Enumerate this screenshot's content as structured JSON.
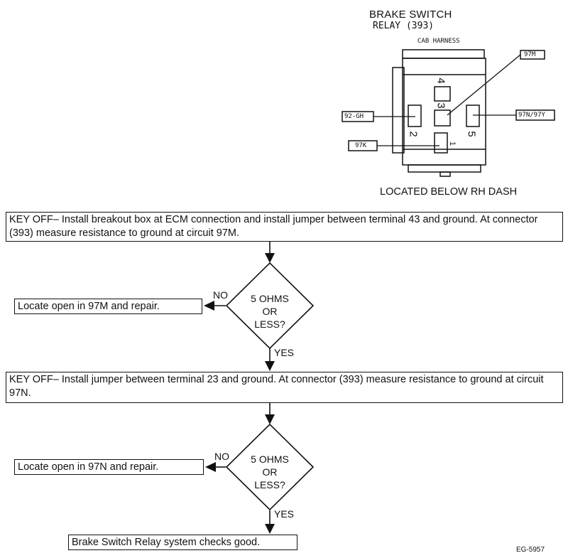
{
  "connector": {
    "title": "BRAKE SWITCH",
    "subtitle": "RELAY (393)",
    "harness_label": "CAB HARNESS",
    "location": "LOCATED BELOW RH DASH",
    "pins": {
      "p1": "1",
      "p2": "2",
      "p3": "3",
      "p4": "4",
      "p5": "5"
    },
    "wires": {
      "w97m": "97M",
      "w92gh": "92-GH",
      "w97n": "97N/97Y",
      "w97k": "97K"
    }
  },
  "steps": {
    "step1": "KEY OFF– Install breakout box at ECM connection and install jumper between terminal 43 and ground. At connector (393) measure resistance to ground at circuit 97M.",
    "decision1": {
      "line1": "5 OHMS",
      "line2": "OR",
      "line3": "LESS?"
    },
    "no1": "NO",
    "yes1": "YES",
    "result_no1": "Locate open in 97M and repair.",
    "step2": "KEY OFF– Install jumper between terminal 23 and ground. At connector (393) measure resistance to ground at circuit 97N.",
    "decision2": {
      "line1": "5 OHMS",
      "line2": "OR",
      "line3": "LESS?"
    },
    "no2": "NO",
    "yes2": "YES",
    "result_no2": "Locate open in 97N and repair.",
    "final": "Brake Switch Relay system checks good."
  },
  "figure_id": "EG-5957"
}
